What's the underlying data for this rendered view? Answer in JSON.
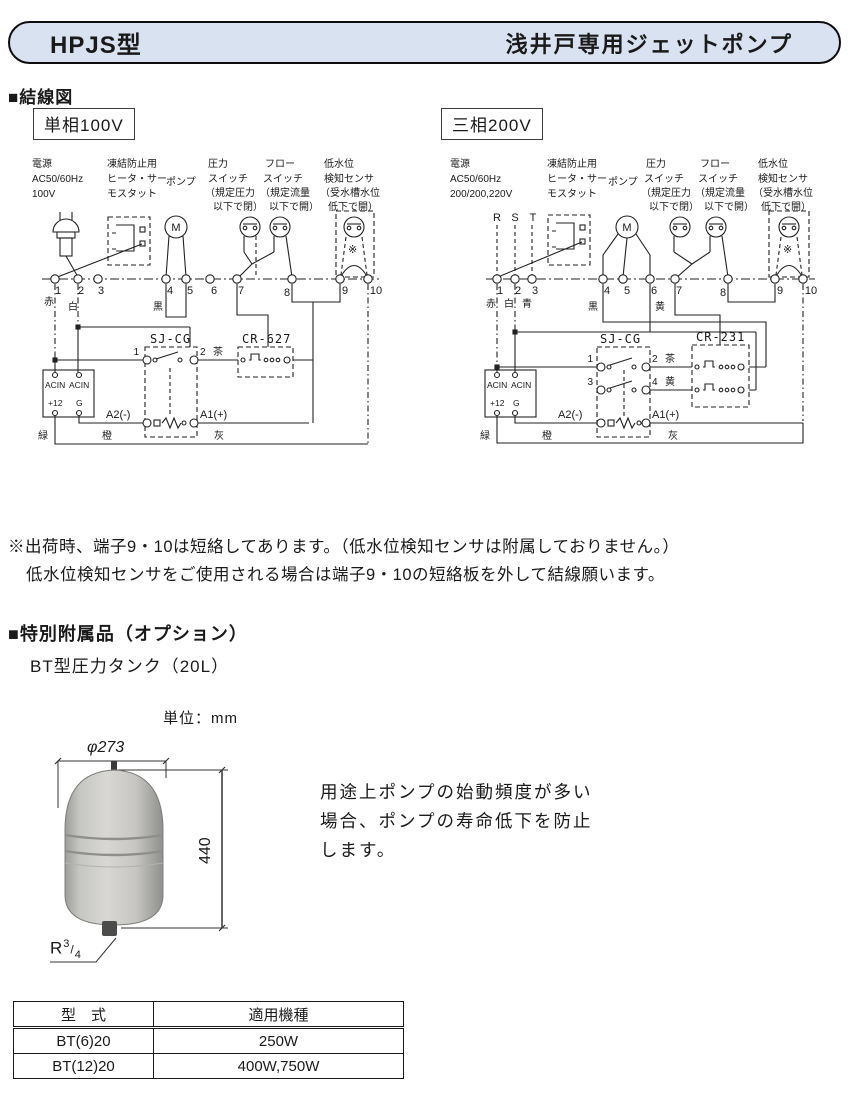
{
  "header": {
    "model": "HPJS型",
    "product": "浅井戸専用ジェットポンプ"
  },
  "wiring": {
    "section_title": "■結線図",
    "note1": "※出荷時、端子9・10は短絡してあります。（低水位検知センサは附属しておりません。）",
    "note2": "低水位検知センサをご使用される場合は端子9・10の短絡板を外して結線願います。",
    "left": {
      "tag": "単相100V",
      "power": [
        "電源",
        "AC50/60Hz",
        "100V"
      ],
      "heater": [
        "凍結防止用",
        "ヒータ・サー",
        "モスタット"
      ],
      "pump_label": "ポンプ",
      "motor_letter": "M",
      "pressure": [
        "圧力",
        "スイッチ",
        "（規定圧力",
        "以下で閉）"
      ],
      "flow": [
        "フロー",
        "スイッチ",
        "（規定流量",
        "以下で開）"
      ],
      "sensor": [
        "低水位",
        "検知センサ",
        "（受水槽水位",
        "低下で開）"
      ],
      "terminals": [
        "1",
        "2",
        "3",
        "4",
        "5",
        "6",
        "7",
        "8",
        "9",
        "10"
      ],
      "wire_red": "赤",
      "wire_white": "白",
      "wire_black": "黒",
      "relay_box1": "SJ-CG",
      "relay_box2": "CR-627",
      "c1": "1",
      "c2": "2",
      "c2_color": "茶",
      "acin": [
        "ACIN",
        "ACIN",
        "+12",
        "G"
      ],
      "a2": "A2(-)",
      "a1": "A1(+)",
      "wire_green": "緑",
      "wire_orange": "橙",
      "wire_gray": "灰",
      "jumper": "※"
    },
    "right": {
      "tag": "三相200V",
      "power": [
        "電源",
        "AC50/60Hz",
        "200/200,220V"
      ],
      "phases": [
        "R",
        "S",
        "T"
      ],
      "heater": [
        "凍結防止用",
        "ヒータ・サー",
        "モスタット"
      ],
      "pump_label": "ポンプ",
      "motor_letter": "M",
      "pressure": [
        "圧力",
        "スイッチ",
        "（規定圧力",
        "以下で閉）"
      ],
      "flow": [
        "フロー",
        "スイッチ",
        "（規定流量",
        "以下で開）"
      ],
      "sensor": [
        "低水位",
        "検知センサ",
        "（受水槽水位",
        "低下で開）"
      ],
      "terminals": [
        "1",
        "2",
        "3",
        "4",
        "5",
        "6",
        "7",
        "8",
        "9",
        "10"
      ],
      "wire_red": "赤",
      "wire_white": "白",
      "wire_blue": "青",
      "wire_black": "黒",
      "wire_yellow": "黄",
      "relay_box1": "SJ-CG",
      "relay_box2": "CR-231",
      "c1": "1",
      "c2": "2",
      "c2_color": "茶",
      "c3": "3",
      "c4": "4",
      "c4_color": "黄",
      "acin": [
        "ACIN",
        "ACIN",
        "+12",
        "G"
      ],
      "a2": "A2(-)",
      "a1": "A1(+)",
      "wire_green": "緑",
      "wire_orange": "橙",
      "wire_gray": "灰",
      "jumper": "※"
    }
  },
  "accessory": {
    "section_title": "■特別附属品（オプション）",
    "subtitle": "BT型圧力タンク（20L）",
    "unit": "単位：mm",
    "dia": "φ273",
    "height": "440",
    "thread_r": "R",
    "thread_num": "3",
    "thread_slash": "/",
    "thread_den": "4",
    "desc": [
      "用途上ポンプの始動頻度が多い",
      "場合、ポンプの寿命低下を防止",
      "します。"
    ],
    "table": {
      "headers": [
        "型　式",
        "適用機種"
      ],
      "rows": [
        [
          "BT(6)20",
          "250W"
        ],
        [
          "BT(12)20",
          "400W,750W"
        ]
      ]
    }
  },
  "colors": {
    "header_bg": "#d8e2f0",
    "line": "#222222",
    "tank_body": "#c9c8c4"
  }
}
